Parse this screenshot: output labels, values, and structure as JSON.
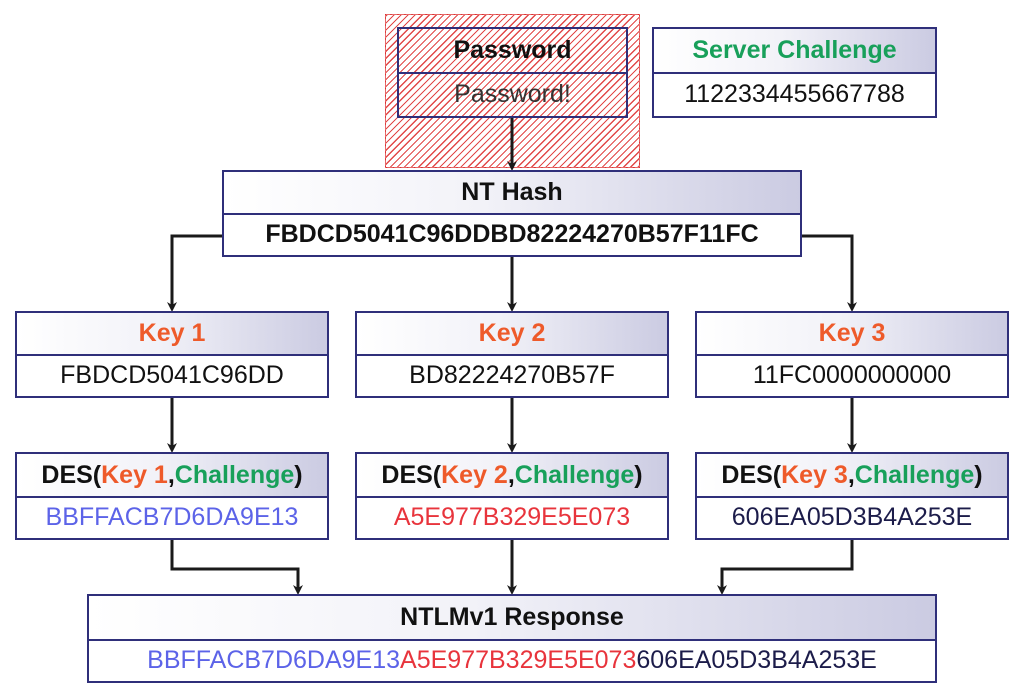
{
  "password": {
    "title": "Password",
    "value": "Password!"
  },
  "server_challenge": {
    "title": "Server Challenge",
    "value": "1122334455667788"
  },
  "nt_hash": {
    "title": "NT Hash",
    "value": "FBDCD5041C96DDBD82224270B57F11FC"
  },
  "keys": [
    {
      "title": "Key 1",
      "value": "FBDCD5041C96DD"
    },
    {
      "title": "Key 2",
      "value": "BD82224270B57F"
    },
    {
      "title": "Key 3",
      "value": "11FC0000000000"
    }
  ],
  "des": [
    {
      "prefix": "DES(",
      "key": "Key 1",
      "sep": ", ",
      "challenge": "Challenge",
      "suffix": ")",
      "value": "BBFFACB7D6DA9E13"
    },
    {
      "prefix": "DES(",
      "key": "Key 2",
      "sep": ", ",
      "challenge": "Challenge",
      "suffix": ")",
      "value": "A5E977B329E5E073"
    },
    {
      "prefix": "DES(",
      "key": "Key 3",
      "sep": ", ",
      "challenge": "Challenge",
      "suffix": ")",
      "value": "606EA05D3B4A253E"
    }
  ],
  "response": {
    "title": "NTLMv1 Response",
    "part1": "BBFFACB7D6DA9E13",
    "part2": "A5E977B329E5E073",
    "part3": "606EA05D3B4A253E"
  },
  "colors": {
    "key_label": "#ee5a2a",
    "challenge_label": "#18a05a",
    "des1": "#5c63e8",
    "des2": "#e8343c",
    "des3": "#1c1c4a",
    "border": "#2f2f7a",
    "hatch": "#dc2828"
  }
}
